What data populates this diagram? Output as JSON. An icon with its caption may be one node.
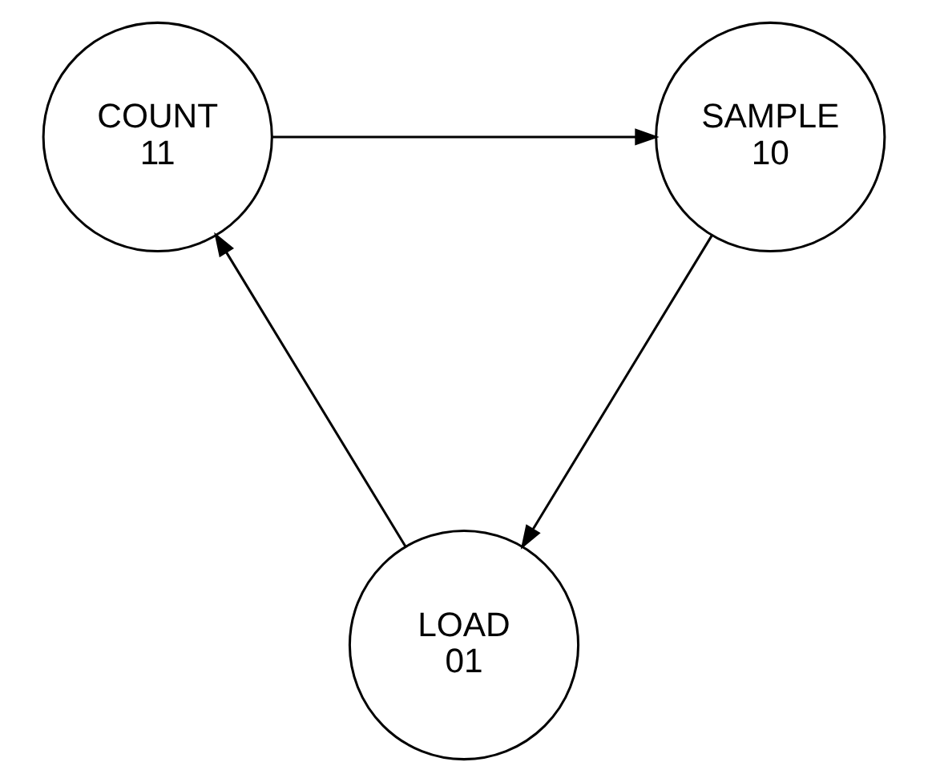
{
  "diagram": {
    "nodes": [
      {
        "text": [
          "COUNT",
          "11"
        ]
      },
      {
        "text": [
          "SAMPLE",
          "10"
        ]
      },
      {
        "text": [
          "LOAD",
          "01"
        ]
      }
    ],
    "edges": [
      {
        "from": 0,
        "to": 1,
        "arrow": "to"
      },
      {
        "from": 1,
        "to": 2,
        "arrow": "to"
      },
      {
        "from": 2,
        "to": 0,
        "arrow": "to"
      }
    ]
  }
}
